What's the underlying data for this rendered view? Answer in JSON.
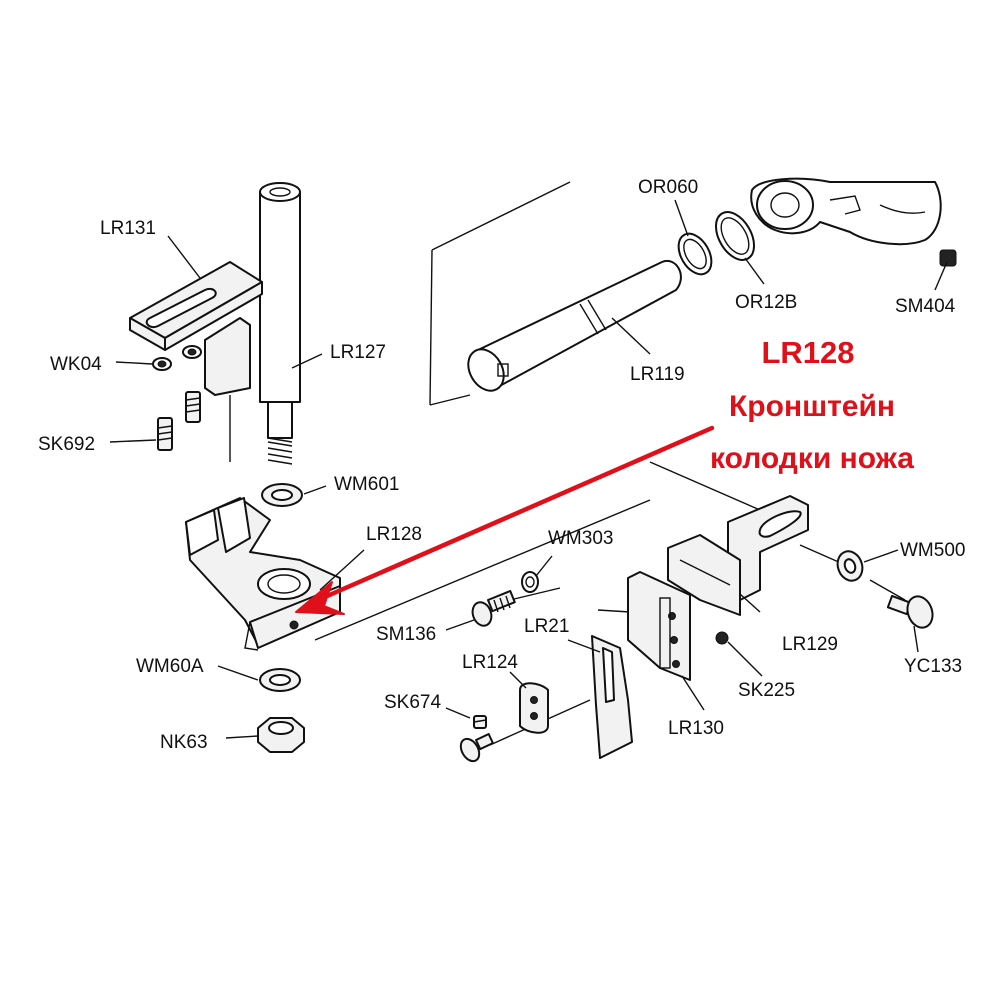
{
  "labels": {
    "or060": "OR060",
    "or12b": "OR12B",
    "sm404": "SM404",
    "lr131": "LR131",
    "lr127": "LR127",
    "wk04": "WK04",
    "sk692": "SK692",
    "lr119": "LR119",
    "wm601": "WM601",
    "lr128": "LR128",
    "wm303": "WM303",
    "wm500": "WM500",
    "sm136": "SM136",
    "lr21": "LR21",
    "lr129": "LR129",
    "yc133": "YC133",
    "lr124": "LR124",
    "sk225": "SK225",
    "wm60a": "WM60A",
    "sk674": "SK674",
    "lr130": "LR130",
    "nk63": "NK63"
  },
  "annotation": {
    "code": "LR128",
    "line1": "Кронштейн",
    "line2": "колодки ножа",
    "color": "#e0101a"
  }
}
